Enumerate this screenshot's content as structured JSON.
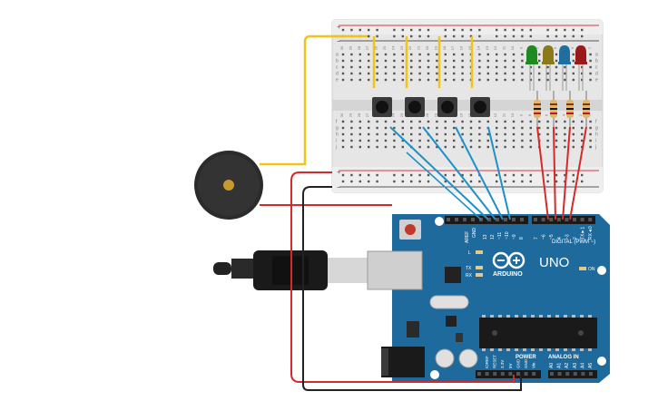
{
  "breadboard": {
    "columns_left": [
      "30",
      "29",
      "28",
      "27",
      "26",
      "25",
      "24",
      "23",
      "22",
      "21",
      "20",
      "19",
      "18",
      "17",
      "16",
      "15",
      "14",
      "13",
      "12",
      "11",
      "10",
      "9",
      "8",
      "7",
      "6",
      "5",
      "4",
      "3",
      "2",
      "1"
    ],
    "rows_top": [
      "a",
      "b",
      "c",
      "d",
      "e"
    ],
    "rows_bottom": [
      "f",
      "g",
      "h",
      "i",
      "j"
    ],
    "rail_plus": "+",
    "rail_minus": "−"
  },
  "leds": [
    {
      "color": "#1f8a1f"
    },
    {
      "color": "#8a7a1c"
    },
    {
      "color": "#1f6ea0"
    },
    {
      "color": "#9a1a1a"
    }
  ],
  "arduino": {
    "brand": "ARDUINO",
    "model": "UNO",
    "digital_label": "DIGITAL (PWM ~)",
    "power_label": "POWER",
    "analog_label": "ANALOG IN",
    "on_label": "ON",
    "l_label": "L",
    "tx_label": "TX",
    "rx_label": "RX",
    "aref": "AREF",
    "gnd": "GND",
    "digital_pins": [
      "13",
      "12",
      "~11",
      "~10",
      "~9",
      "8",
      "7",
      "~6",
      "~5",
      "4",
      "~3",
      "2",
      "TX►1",
      "RX◄0"
    ],
    "power_pins": [
      "IOREF",
      "RESET",
      "3.3V",
      "5V",
      "GND",
      "GND",
      "Vin"
    ],
    "analog_pins": [
      "A0",
      "A1",
      "A2",
      "A3",
      "A4",
      "A5"
    ],
    "board_color": "#1f6a9c"
  },
  "wires": {
    "red": "#d42a2a",
    "black": "#222222",
    "blue": "#1e90c8",
    "yellow": "#f0c419"
  }
}
